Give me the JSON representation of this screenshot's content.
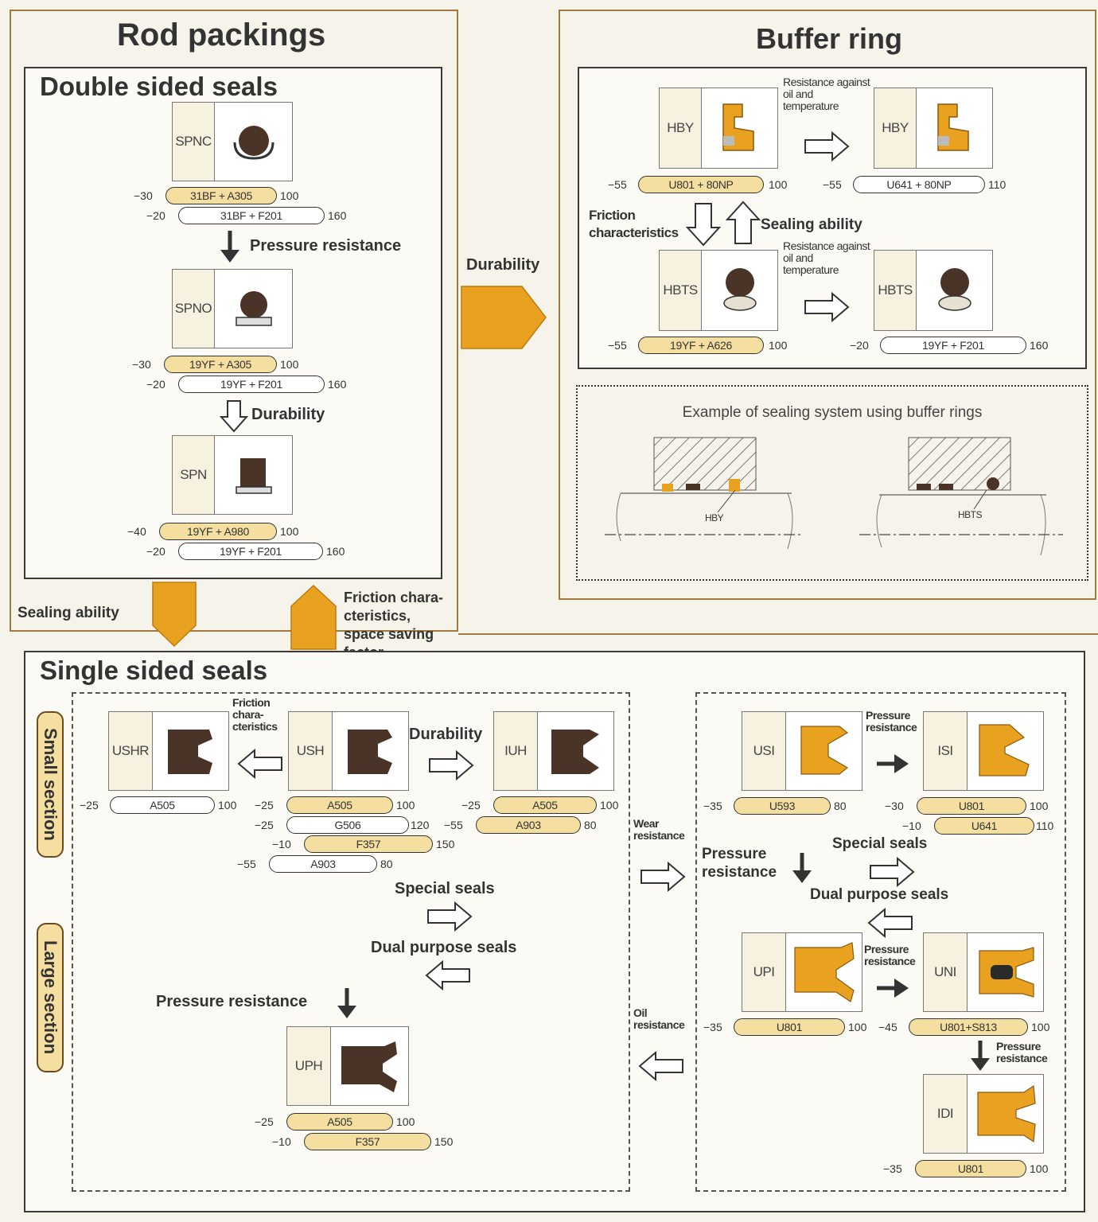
{
  "rod": {
    "title": "Rod packings",
    "double": {
      "title": "Double sided seals",
      "cards": [
        {
          "label": "SPNC",
          "shape": "o-ring-cradle-icon",
          "ranges": [
            {
              "min": "−30",
              "mat": "31BF + A305",
              "max": "100",
              "fill": "yellow"
            },
            {
              "min": "−20",
              "mat": "31BF + F201",
              "max": "160",
              "fill": "white"
            }
          ]
        },
        {
          "label": "SPNO",
          "shape": "o-ring-on-backup-icon",
          "ranges": [
            {
              "min": "−30",
              "mat": "19YF + A305",
              "max": "100",
              "fill": "yellow"
            },
            {
              "min": "−20",
              "mat": "19YF + F201",
              "max": "160",
              "fill": "white"
            }
          ]
        },
        {
          "label": "SPN",
          "shape": "square-ring-icon",
          "ranges": [
            {
              "min": "−40",
              "mat": "19YF + A980",
              "max": "100",
              "fill": "yellow"
            },
            {
              "min": "−20",
              "mat": "19YF + F201",
              "max": "160",
              "fill": "white"
            }
          ]
        }
      ],
      "arrow1": "Pressure resistance",
      "arrow2": "Durability"
    },
    "sealing_ability": "Sealing ability",
    "friction_factor": "Friction chara- cteristics, space saving factor",
    "durability": "Durability"
  },
  "buffer": {
    "title": "Buffer ring",
    "cards": [
      {
        "label": "HBY",
        "mat": "U801 + 80NP",
        "min": "−55",
        "max": "100",
        "fill": "yellow"
      },
      {
        "label": "HBY",
        "mat": "U641 + 80NP",
        "min": "−55",
        "max": "110",
        "fill": "white"
      },
      {
        "label": "HBTS",
        "mat": "19YF + A626",
        "min": "−55",
        "max": "100",
        "fill": "yellow"
      },
      {
        "label": "HBTS",
        "mat": "19YF + F201",
        "min": "−20",
        "max": "160",
        "fill": "white"
      }
    ],
    "resist_oil_1": "Resistance against oil and temperature",
    "resist_oil_2": "Resistance against oil and temperature",
    "friction": "Friction characteristics",
    "sealing": "Sealing ability",
    "example": {
      "title": "Example of sealing system using buffer rings",
      "left_tag": "HBY",
      "right_tag": "HBTS"
    }
  },
  "single": {
    "title": "Single sided seals",
    "small_section": "Small section",
    "large_section": "Large section",
    "left": {
      "ushr": {
        "label": "USHR",
        "ranges": [
          {
            "min": "−25",
            "mat": "A505",
            "max": "100",
            "fill": "white"
          }
        ]
      },
      "ush": {
        "label": "USH",
        "ranges": [
          {
            "min": "−25",
            "mat": "A505",
            "max": "100",
            "fill": "yellow"
          },
          {
            "min": "−25",
            "mat": "G506",
            "max": "120",
            "fill": "white"
          },
          {
            "min": "−10",
            "mat": "F357",
            "max": "150",
            "fill": "yellow"
          },
          {
            "min": "−55",
            "mat": "A903",
            "max": "80",
            "fill": "white"
          }
        ]
      },
      "iuh": {
        "label": "IUH",
        "ranges": [
          {
            "min": "−25",
            "mat": "A505",
            "max": "100",
            "fill": "yellow"
          },
          {
            "min": "−55",
            "mat": "A903",
            "max": "80",
            "fill": "yellow"
          }
        ]
      },
      "uph": {
        "label": "UPH",
        "ranges": [
          {
            "min": "−25",
            "mat": "A505",
            "max": "100",
            "fill": "yellow"
          },
          {
            "min": "−10",
            "mat": "F357",
            "max": "150",
            "fill": "yellow"
          }
        ]
      },
      "friction": "Friction chara- cteristics",
      "durability": "Durability",
      "special": "Special seals",
      "dual": "Dual purpose seals",
      "pressure": "Pressure resistance"
    },
    "mid": {
      "wear": "Wear resistance",
      "oil": "Oil resistance"
    },
    "right": {
      "usi": {
        "label": "USI",
        "ranges": [
          {
            "min": "−35",
            "mat": "U593",
            "max": "80",
            "fill": "yellow"
          }
        ]
      },
      "isi": {
        "label": "ISI",
        "ranges": [
          {
            "min": "−30",
            "mat": "U801",
            "max": "100",
            "fill": "yellow"
          },
          {
            "min": "−10",
            "mat": "U641",
            "max": "110",
            "fill": "yellow"
          }
        ]
      },
      "upi": {
        "label": "UPI",
        "ranges": [
          {
            "min": "−35",
            "mat": "U801",
            "max": "100",
            "fill": "yellow"
          }
        ]
      },
      "uni": {
        "label": "UNI",
        "ranges": [
          {
            "min": "−45",
            "mat": "U801+S813",
            "max": "100",
            "fill": "yellow"
          }
        ]
      },
      "idi": {
        "label": "IDI",
        "ranges": [
          {
            "min": "−35",
            "mat": "U801",
            "max": "100",
            "fill": "yellow"
          }
        ]
      },
      "pressure1": "Pressure resistance",
      "pressure2": "Pressure resistance",
      "pressure3": "Pressure resistance",
      "pressure4": "Pressure resistance",
      "special": "Special seals",
      "dual": "Dual purpose seals"
    }
  },
  "colors": {
    "seal_orange": "#e8a21f",
    "seal_brown": "#4a3428",
    "frame": "#a07a3c",
    "pill_yellow": "#f5dfa0"
  }
}
